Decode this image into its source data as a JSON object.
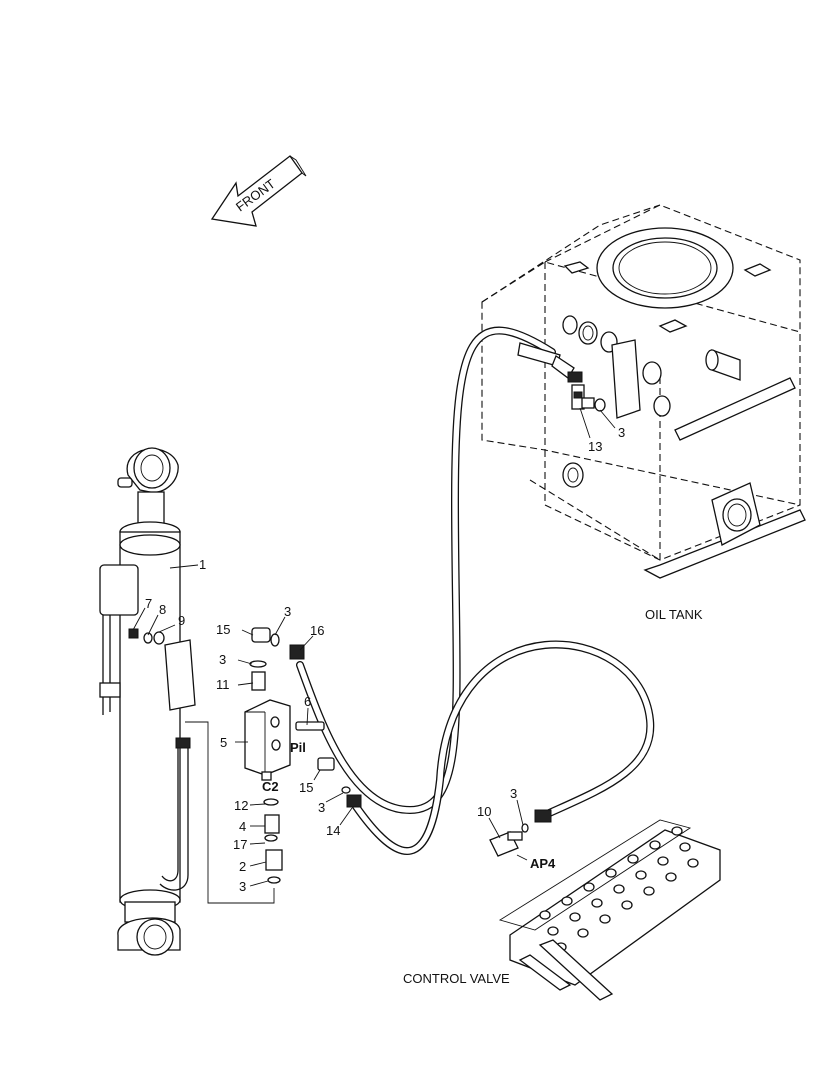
{
  "direction_arrow": {
    "label": "FRONT"
  },
  "captions": {
    "oil_tank": "OIL TANK",
    "control_valve": "CONTROL VALVE"
  },
  "ports": {
    "pil": "Pil",
    "c2": "C2",
    "ap4": "AP4"
  },
  "part_numbers": [
    "1",
    "7",
    "8",
    "9",
    "15",
    "3",
    "16",
    "3",
    "11",
    "6",
    "5",
    "15",
    "3",
    "14",
    "12",
    "4",
    "17",
    "2",
    "3",
    "10",
    "3",
    "13",
    "3"
  ]
}
